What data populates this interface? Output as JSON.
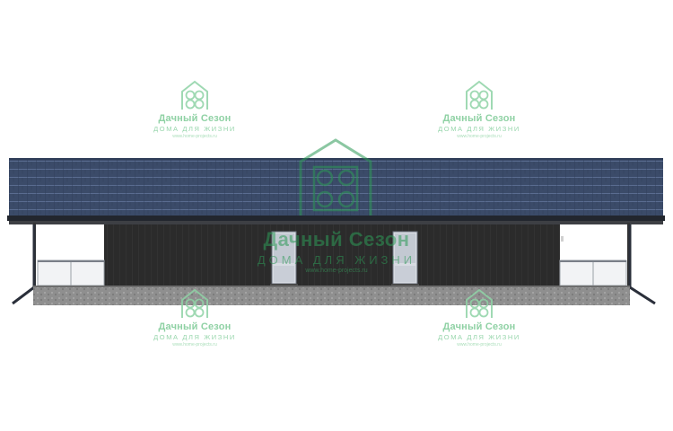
{
  "watermark": {
    "brand": "Дачный Сезон",
    "tagline": "ДОМА ДЛЯ ЖИЗНИ",
    "url": "www.home-projects.ru"
  },
  "colors": {
    "roof": "#3a4a68",
    "roof_tile_line": "#56688c",
    "wall": "#2b2b2b",
    "wall_board_line": "#3a3a3a",
    "plinth": "#9a9a9a",
    "gutter": "#2a2f3a",
    "window_glass": "#c9cfd8",
    "watermark_green": "#8fd3a6"
  }
}
